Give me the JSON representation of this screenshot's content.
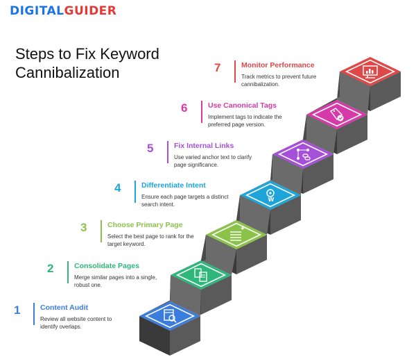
{
  "brand": {
    "part1": "DIGITAL",
    "part2": "GUIDER"
  },
  "title": {
    "line1": "Steps to Fix Keyword",
    "line2": "Cannibalization"
  },
  "steps": [
    {
      "number": "1",
      "heading": "Content Audit",
      "description": "Review all website content to identify overlaps.",
      "color": "#3b7ddd",
      "icon": "document-search-icon"
    },
    {
      "number": "2",
      "heading": "Consolidate Pages",
      "description": "Merge similar pages into a single, robust one.",
      "color": "#2fb67a",
      "icon": "merge-documents-icon"
    },
    {
      "number": "3",
      "heading": "Choose Primary Page",
      "description": "Select the best page to rank for the target keyword.",
      "color": "#8bc34a",
      "icon": "list-star-icon"
    },
    {
      "number": "4",
      "heading": "Differentiate Intent",
      "description": "Ensure each page targets a distinct search intent.",
      "color": "#1ea4d8",
      "icon": "target-intent-icon"
    },
    {
      "number": "5",
      "heading": "Fix Internal Links",
      "description": "Use varied anchor text to clarify page significance.",
      "color": "#a64fd8",
      "icon": "link-nodes-icon"
    },
    {
      "number": "6",
      "heading": "Use Canonical Tags",
      "description": "Implement tags to indicate the preferred page version.",
      "color": "#d63aa8",
      "icon": "tag-check-icon"
    },
    {
      "number": "7",
      "heading": "Monitor Performance",
      "description": "Track metrics to prevent future cannibalization.",
      "color": "#e04848",
      "icon": "monitor-chart-icon"
    }
  ]
}
